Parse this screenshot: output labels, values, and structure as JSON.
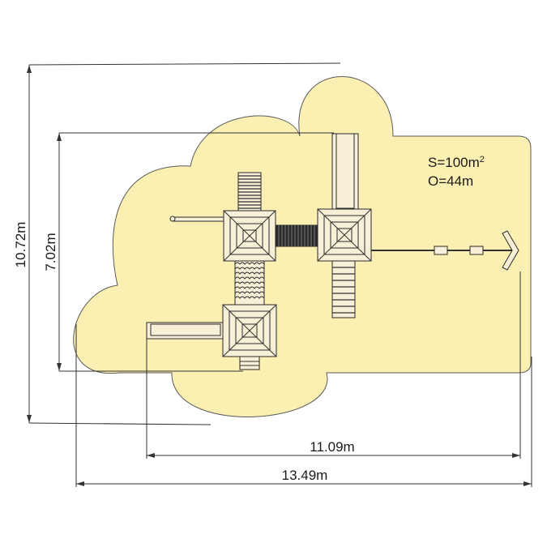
{
  "dimensions": {
    "overall_height": "10.72m",
    "inner_height": "7.02m",
    "inner_width": "11.09m",
    "overall_width": "13.49m"
  },
  "info": {
    "area_prefix": "S=100m",
    "area_sup": "2",
    "perimeter": "O=44m"
  },
  "colors": {
    "safety_zone_fill": "#fbefb2",
    "line": "#333333",
    "equipment_fill": "#f7f0d6"
  }
}
